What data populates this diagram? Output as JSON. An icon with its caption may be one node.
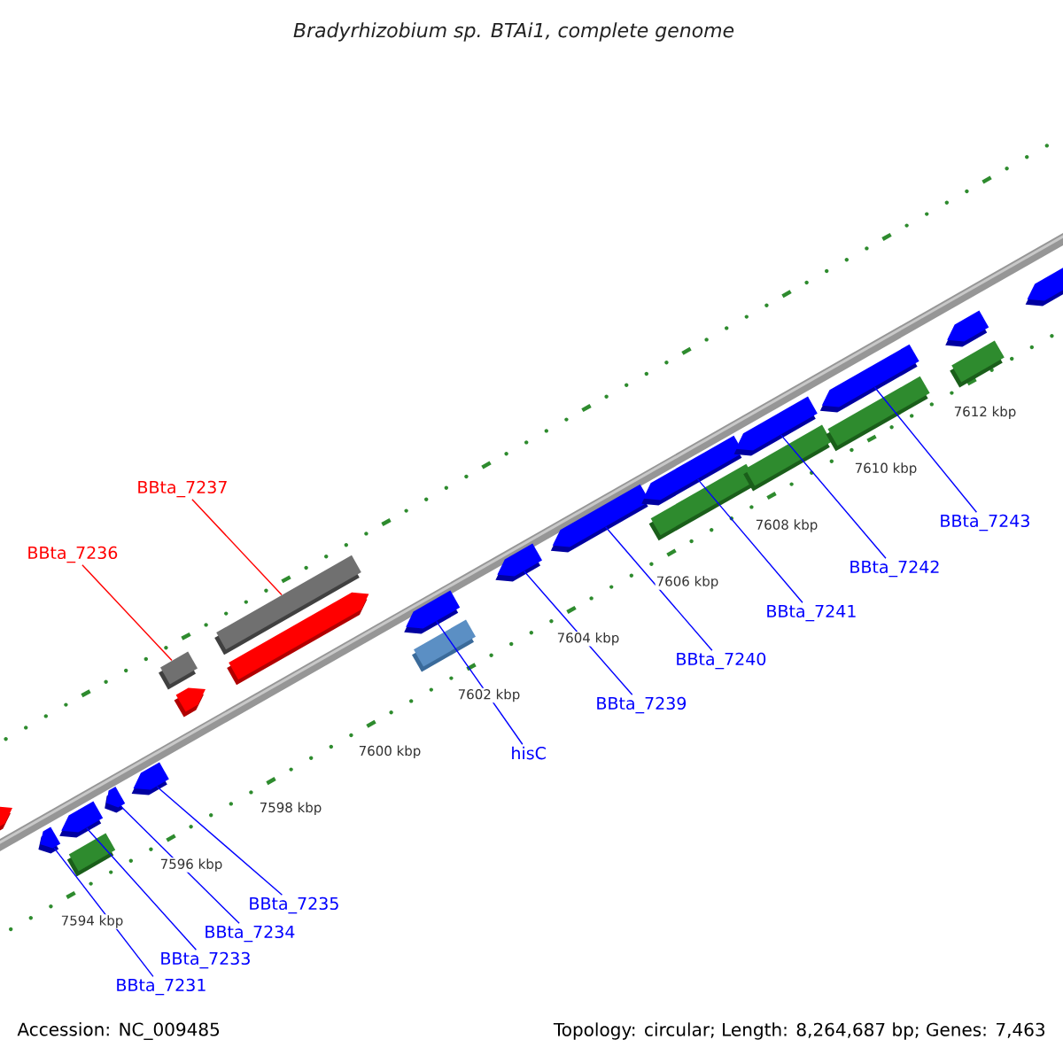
{
  "diagram": {
    "title": "Bradyrhizobium sp. BTAi1, complete genome",
    "nodes": [
      {
        "text": [
          "BBta_7231"
        ]
      },
      {
        "text": [
          "BBta_7233"
        ]
      },
      {
        "text": [
          "BBta_7234"
        ]
      },
      {
        "text": [
          "BBta_7235"
        ]
      },
      {
        "text": [
          "BBta_7236"
        ]
      },
      {
        "text": [],
        "shape": "bar"
      },
      {
        "text": [
          "BBta_7237"
        ]
      },
      {
        "text": [],
        "shape": "bar"
      },
      {
        "text": [
          "hisC"
        ]
      },
      {
        "text": [
          "BBta_7239"
        ]
      },
      {
        "text": [
          "BBta_7240"
        ]
      },
      {
        "text": [
          "BBta_7241"
        ]
      },
      {
        "text": [
          "BBta_7242"
        ]
      },
      {
        "text": [
          "BBta_7243"
        ]
      },
      {
        "text": [],
        "shape": "pentagon"
      },
      {
        "text": [],
        "shape": "pentagon"
      },
      {
        "text": [],
        "shape": "pentagon"
      },
      {
        "text": [],
        "shape": "pentagon"
      },
      {
        "text": [],
        "shape": "pentagon"
      },
      {
        "text": [],
        "shape": "pentagon"
      },
      {
        "text": [],
        "shape": "pentagon"
      },
      {
        "text": [],
        "shape": "pentagon"
      },
      {
        "text": [],
        "shape": "pentagon"
      },
      {
        "text": [],
        "shape": "pentagon"
      },
      {
        "text": [],
        "shape": "pentagon"
      },
      {
        "text": [],
        "shape": "pentagon"
      }
    ],
    "edges": [
      {
        "from": 0,
        "to": 14,
        "arrow": "none"
      },
      {
        "from": 1,
        "to": 15,
        "arrow": "none"
      },
      {
        "from": 2,
        "to": 16,
        "arrow": "none"
      },
      {
        "from": 3,
        "to": 17,
        "arrow": "none"
      },
      {
        "from": 4,
        "to": 5,
        "arrow": "none",
        "color": "#ff0000"
      },
      {
        "from": 6,
        "to": 7,
        "arrow": "none",
        "color": "#ff0000"
      },
      {
        "from": 8,
        "to": 18,
        "arrow": "none"
      },
      {
        "from": 9,
        "to": 19,
        "arrow": "none"
      },
      {
        "from": 10,
        "to": 20,
        "arrow": "none"
      },
      {
        "from": 11,
        "to": 21,
        "arrow": "none"
      },
      {
        "from": 12,
        "to": 22,
        "arrow": "none"
      },
      {
        "from": 13,
        "to": 23,
        "arrow": "none"
      }
    ],
    "labels": [
      "7594 kbp",
      "7596 kbp",
      "7598 kbp",
      "7600 kbp",
      "7602 kbp",
      "7604 kbp",
      "7606 kbp",
      "7608 kbp",
      "7610 kbp",
      "7612 kbp",
      "Accession: NC_009485",
      "Topology: circular; Length: 8,264,687 bp; Genes: 7,463"
    ]
  }
}
